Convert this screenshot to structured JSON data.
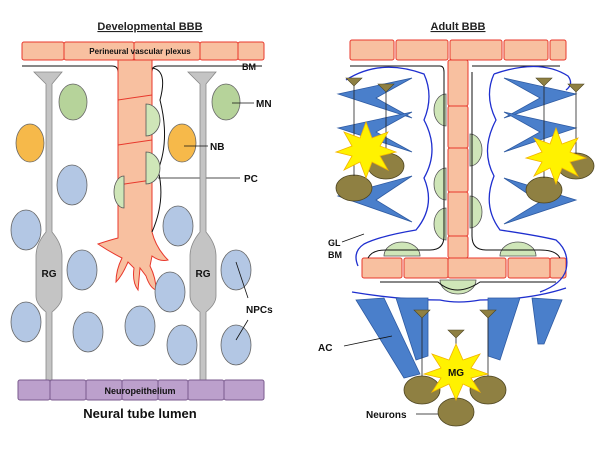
{
  "left_panel": {
    "title": "Developmental BBB",
    "plexus_label": "Perineural vascular plexus",
    "bm_label": "BM",
    "mn_label": "MN",
    "nb_label": "NB",
    "pc_label": "PC",
    "rg_label": "RG",
    "npcs_label": "NPCs",
    "neuroepithelium_label": "Neuropeithelium",
    "lumen_label": "Neural tube lumen"
  },
  "right_panel": {
    "title": "Adult BBB",
    "gl_label": "GL",
    "bm_label": "BM",
    "ac_label": "AC",
    "mg_label": "MG",
    "neurons_label": "Neurons"
  },
  "colors": {
    "endothelial": "#f8c0a0",
    "endothelial_border": "#e8382c",
    "pericyte": "#cfe6b8",
    "mature_neuron": "#b6d39a",
    "neuroblast": "#f6b94a",
    "npc": "#b3c7e4",
    "radial_glia": "#c4c4c4",
    "neuroepithelium": "#bca0cc",
    "astrocyte": "#4a7fcb",
    "microglia": "#fff200",
    "neuron_body": "#8f8042",
    "basement_membrane": "#1f2fcf"
  }
}
